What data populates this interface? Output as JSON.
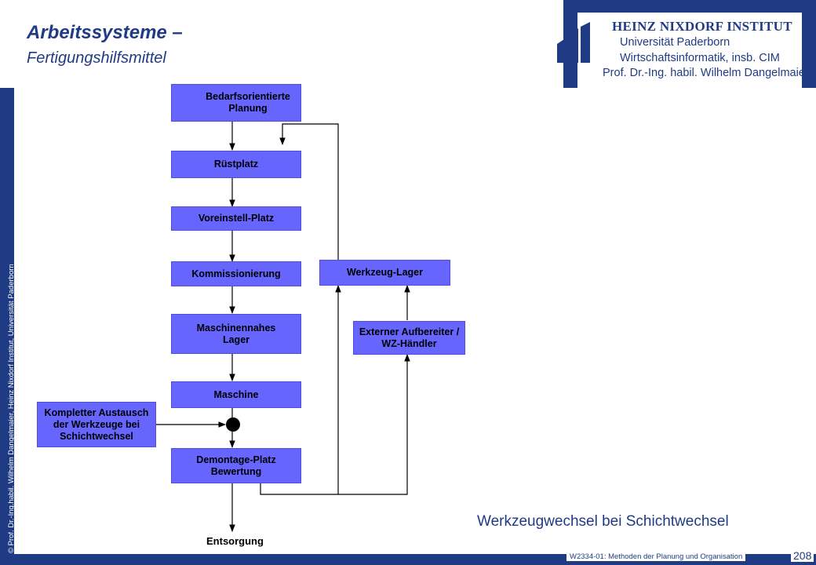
{
  "header": {
    "title": "Arbeitssysteme –",
    "subtitle": "Fertigungshilfsmittel"
  },
  "institute": {
    "name": "HEINZ NIXDORF INSTITUT",
    "line1": "Universität Paderborn",
    "line2": "Wirtschaftsinformatik, insb. CIM",
    "line3": "Prof. Dr.-Ing. habil. Wilhelm Dangelmaier"
  },
  "sidebar": {
    "copyright": "© Prof. Dr.-Ing.habil. Wilhelm Dangelmaier, Heinz Nixdorf Institut, Universität Paderborn"
  },
  "diagram": {
    "nodes": {
      "bedarf": "Bedarfsorientierte Planung",
      "ruestplatz": "Rüstplatz",
      "voreinstell": "Voreinstell-Platz",
      "kommission": "Kommissionierung",
      "maschinennah": "Maschinennahes Lager",
      "maschine": "Maschine",
      "demontage": "Demontage-Platz Bewertung",
      "werkzeuglager": "Werkzeug-Lager",
      "extern": "Externer Aufbereiter / WZ-Händler",
      "austausch": "Kompletter Austausch der Werkzeuge bei Schichtwechsel",
      "entsorgung": "Entsorgung"
    },
    "colors": {
      "node_fill": "#6666ff",
      "brand": "#1f3b84"
    }
  },
  "caption": "Werkzeugwechsel bei Schichtwechsel",
  "footer": {
    "course": "W2334-01: Methoden der Planung und Organisation",
    "page": "208"
  }
}
